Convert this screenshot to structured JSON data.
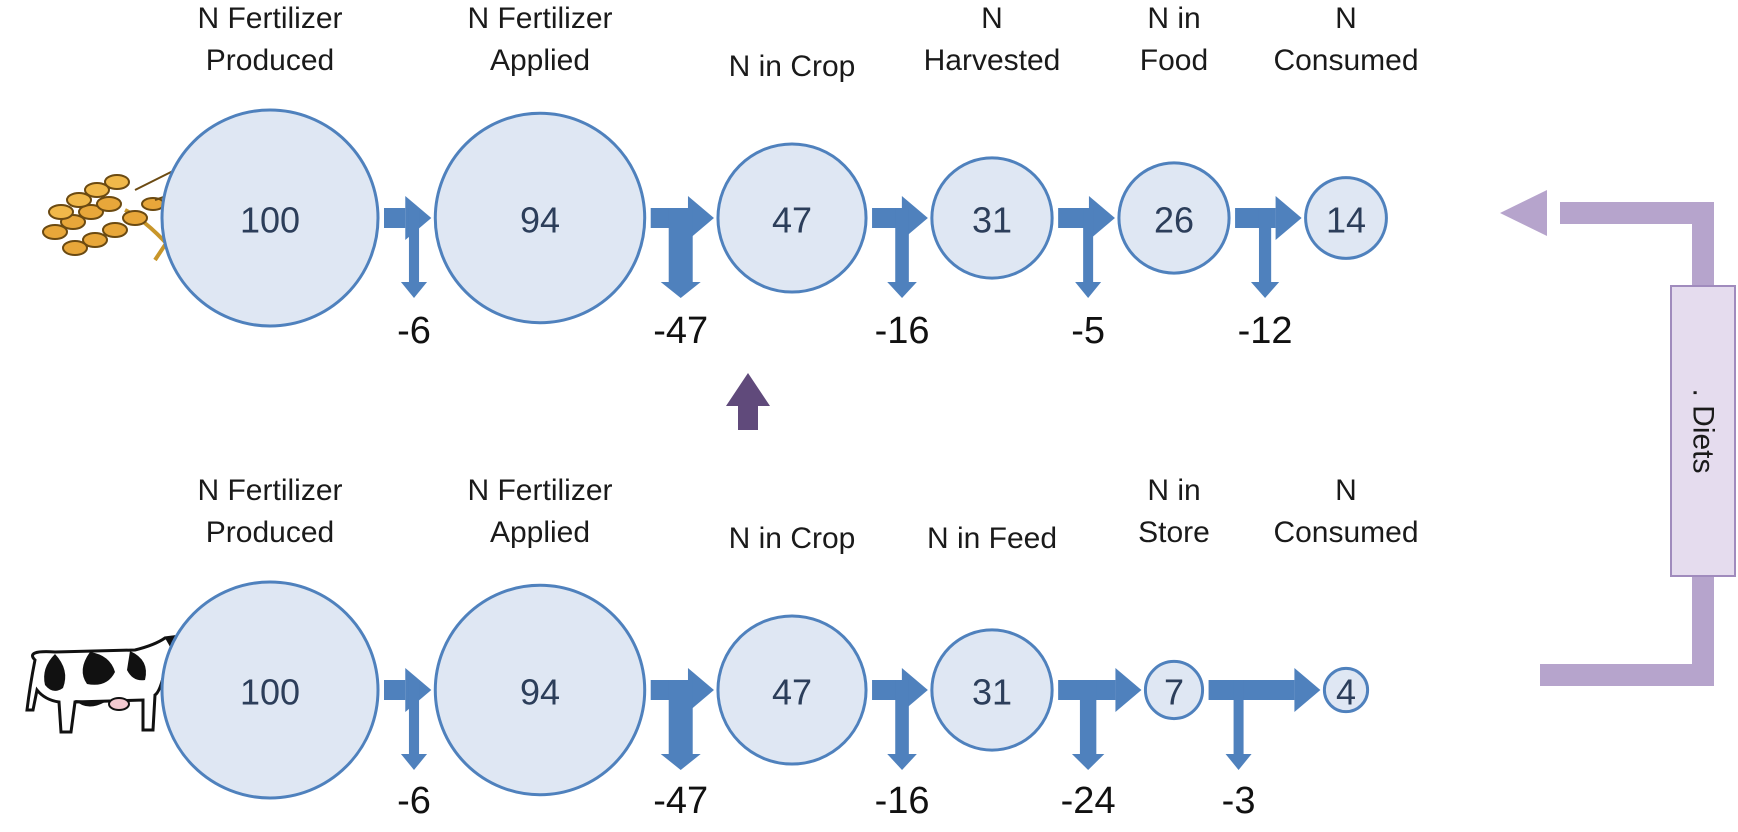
{
  "colors": {
    "node_fill": "#dfe7f3",
    "node_stroke": "#4f81bd",
    "flow_arrow": "#4f81bd",
    "diets_link": "#b6a4cc",
    "diets_box": "#e5dcee",
    "up_arrow": "#604a7b"
  },
  "icons": {
    "top": "wheat-icon",
    "bottom": "cow-icon"
  },
  "diets_label": ". Diets",
  "rows": [
    {
      "name": "crop",
      "nodes": [
        {
          "label": [
            "N Fertilizer",
            "Produced"
          ],
          "value": "100",
          "v": 100
        },
        {
          "label": [
            "N Fertilizer",
            "Applied"
          ],
          "value": "94",
          "v": 94
        },
        {
          "label": [
            "N in Crop"
          ],
          "value": "47",
          "v": 47
        },
        {
          "label": [
            "N",
            "Harvested"
          ],
          "value": "31",
          "v": 31
        },
        {
          "label": [
            "N in",
            "Food"
          ],
          "value": "26",
          "v": 26
        },
        {
          "label": [
            "N",
            "Consumed"
          ],
          "value": "14",
          "v": 14
        }
      ],
      "losses": [
        "-6",
        "-47",
        "-16",
        "-5",
        "-12"
      ]
    },
    {
      "name": "livestock",
      "nodes": [
        {
          "label": [
            "N Fertilizer",
            "Produced"
          ],
          "value": "100",
          "v": 100
        },
        {
          "label": [
            "N Fertilizer",
            "Applied"
          ],
          "value": "94",
          "v": 94
        },
        {
          "label": [
            "N in Crop"
          ],
          "value": "47",
          "v": 47
        },
        {
          "label": [
            "N in Feed"
          ],
          "value": "31",
          "v": 31
        },
        {
          "label": [
            "N in",
            "Store"
          ],
          "value": "7",
          "v": 7
        },
        {
          "label": [
            "N",
            "Consumed"
          ],
          "value": "4",
          "v": 4
        }
      ],
      "losses": [
        "-6",
        "-47",
        "-16",
        "-24",
        "-3"
      ]
    }
  ]
}
